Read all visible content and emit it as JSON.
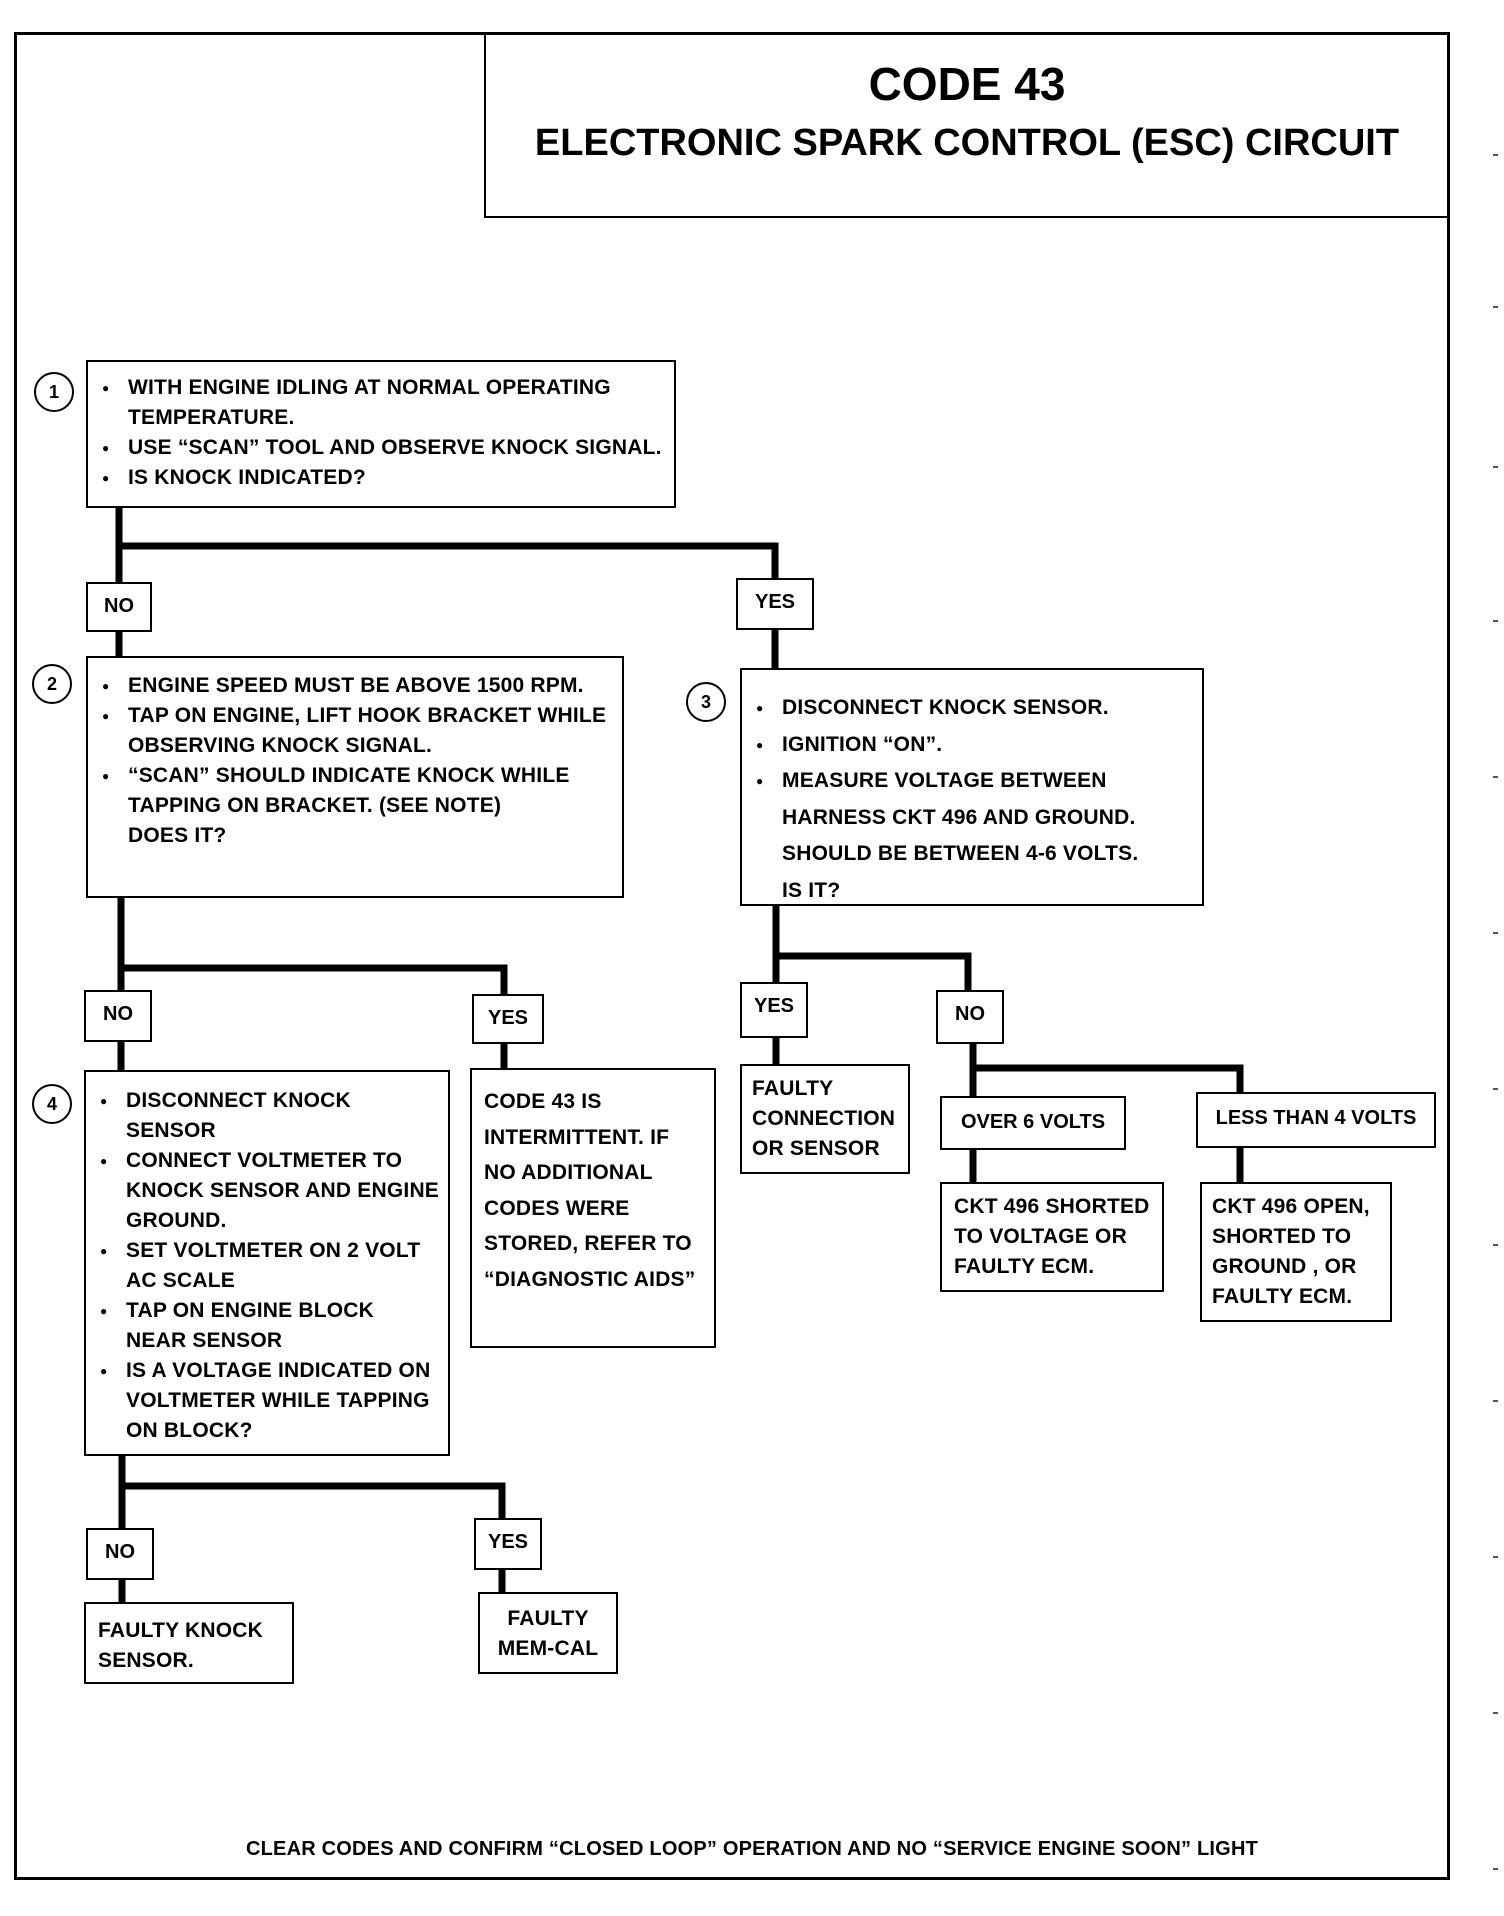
{
  "header": {
    "title": "CODE 43",
    "subtitle": "ELECTRONIC SPARK CONTROL (ESC) CIRCUIT"
  },
  "steps": {
    "s1": {
      "number": "1",
      "bullets": [
        "WITH ENGINE IDLING AT NORMAL OPERATING TEMPERATURE.",
        "USE “SCAN” TOOL AND OBSERVE KNOCK SIGNAL.",
        "IS KNOCK INDICATED?"
      ]
    },
    "s2": {
      "number": "2",
      "bullets": [
        "ENGINE SPEED MUST BE ABOVE 1500 RPM.",
        "TAP ON ENGINE, LIFT HOOK BRACKET WHILE OBSERVING KNOCK SIGNAL.",
        "“SCAN”  SHOULD INDICATE KNOCK WHILE TAPPING ON BRACKET.  (SEE NOTE)"
      ],
      "extra": "DOES IT?"
    },
    "s3": {
      "number": "3",
      "bullets": [
        "DISCONNECT KNOCK SENSOR.",
        "IGNITION “ON”.",
        "MEASURE  VOLTAGE BETWEEN HARNESS CKT 496 AND GROUND. SHOULD BE BETWEEN 4-6 VOLTS."
      ],
      "extra": "IS IT?"
    },
    "s4": {
      "number": "4",
      "bullets": [
        "DISCONNECT KNOCK SENSOR",
        "CONNECT VOLTMETER TO KNOCK SENSOR AND ENGINE GROUND.",
        "SET VOLTMETER ON 2 VOLT AC SCALE",
        "TAP ON ENGINE BLOCK NEAR SENSOR",
        "IS A VOLTAGE INDICATED ON VOLTMETER WHILE TAPPING ON BLOCK?"
      ]
    }
  },
  "answers": {
    "no": "NO",
    "yes": "YES"
  },
  "conditions": {
    "over6": "OVER 6 VOLTS",
    "less4": "LESS THAN 4 VOLTS"
  },
  "results": {
    "intermittent": "CODE 43 IS INTERMITTENT.  IF NO ADDITIONAL CODES WERE STORED, REFER TO “DIAGNOSTIC AIDS”",
    "faulty_connection": "FAULTY CONNECTION OR SENSOR",
    "shorted_voltage": "CKT 496 SHORTED TO VOLTAGE OR FAULTY ECM.",
    "open_ground": "CKT 496 OPEN, SHORTED TO GROUND , OR FAULTY ECM.",
    "faulty_knock": "FAULTY KNOCK SENSOR.",
    "faulty_memcal": "FAULTY MEM-CAL"
  },
  "footer": "CLEAR CODES AND CONFIRM “CLOSED LOOP” OPERATION AND NO  “SERVICE ENGINE SOON” LIGHT"
}
